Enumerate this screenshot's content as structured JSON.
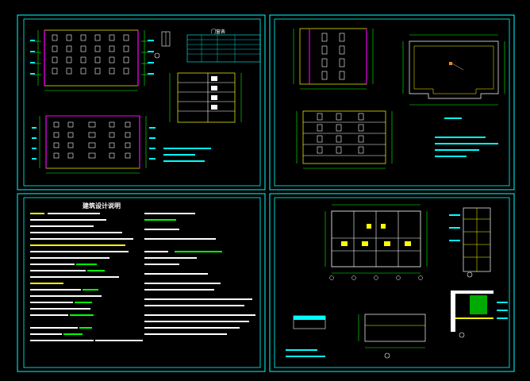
{
  "colors": {
    "background": "#000000",
    "frame": "#00ffff",
    "wall": "#ffff00",
    "window": "#ffffff",
    "accent": "#ff00ff",
    "dim": "#00ff00",
    "text": "#ffffff",
    "note": "#00ffff"
  },
  "sheets": [
    {
      "name": "sheet-elevations"
    },
    {
      "name": "sheet-sections-roof"
    },
    {
      "name": "sheet-design-notes"
    },
    {
      "name": "sheet-plans-details"
    }
  ],
  "labels": {
    "design_notes_title": "建筑设计说明",
    "door_window_table_title": "门窗表"
  }
}
